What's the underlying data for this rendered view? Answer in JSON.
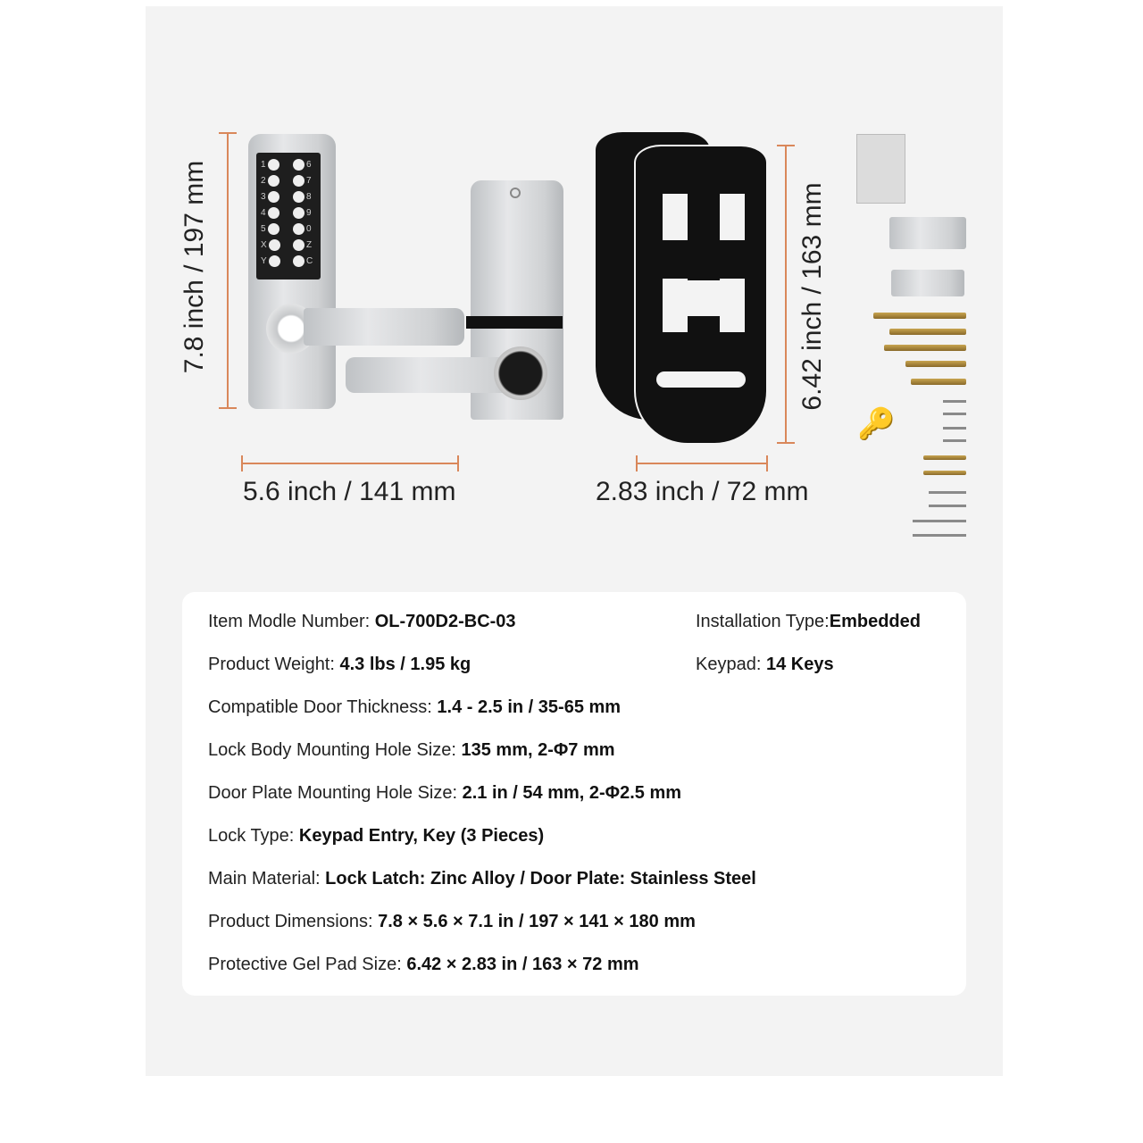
{
  "dimensions": {
    "lock_height": "7.8 inch / 197 mm",
    "lock_width": "5.6  inch / 141 mm",
    "pad_height": "6.42 inch / 163 mm",
    "pad_width": "2.83 inch / 72 mm"
  },
  "keypad": {
    "left_keys": [
      "1",
      "2",
      "3",
      "4",
      "5",
      "X",
      "Y"
    ],
    "right_keys": [
      "6",
      "7",
      "8",
      "9",
      "0",
      "Z",
      "C"
    ]
  },
  "specs": [
    {
      "label": "Item Modle Number: ",
      "value": "OL-700D2-BC-03"
    },
    {
      "label": "Product Weight: ",
      "value": "4.3 lbs / 1.95 kg"
    },
    {
      "label": "Compatible Door Thickness: ",
      "value": "1.4 - 2.5 in / 35-65 mm"
    },
    {
      "label": "Lock Body Mounting Hole Size: ",
      "value": "135 mm, 2-Φ7 mm"
    },
    {
      "label": "Door Plate Mounting Hole Size: ",
      "value": "2.1 in / 54 mm, 2-Φ2.5 mm"
    },
    {
      "label": "Lock Type: ",
      "value": "Keypad Entry, Key (3 Pieces)"
    },
    {
      "label": "Main Material: ",
      "value": "Lock Latch: Zinc Alloy / Door Plate: Stainless Steel"
    },
    {
      "label": "Product Dimensions: ",
      "value": "7.8 × 5.6 × 7.1 in / 197 × 141 × 180 mm"
    },
    {
      "label": "Protective Gel Pad Size: ",
      "value": "6.42 × 2.83 in / 163 × 72 mm"
    }
  ],
  "specs_right": [
    {
      "label": "Installation Type:",
      "value": "Embedded"
    },
    {
      "label": "Keypad: ",
      "value": "14 Keys"
    }
  ],
  "colors": {
    "dimension_line": "#d9875a",
    "background": "#f3f3f3"
  }
}
